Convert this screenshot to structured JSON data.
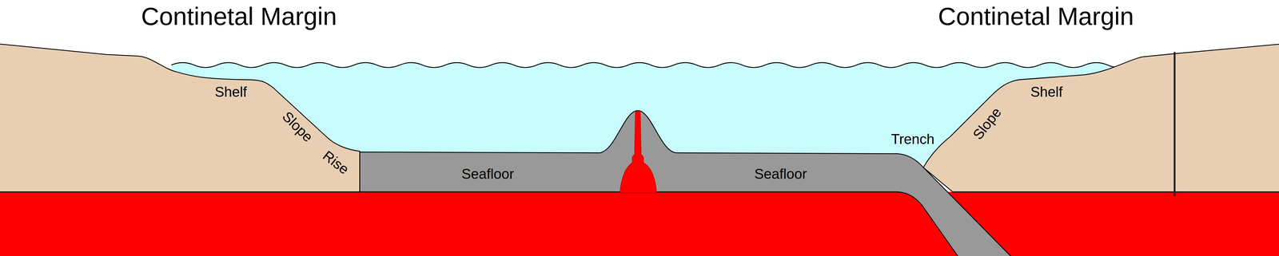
{
  "diagram": {
    "labels": [
      "Continetal Margin",
      "Continetal Margin",
      "Shelf",
      "Slope",
      "Rise",
      "Seafloor",
      "Seafloor",
      "Trench",
      "Slope",
      "Shelf"
    ]
  }
}
